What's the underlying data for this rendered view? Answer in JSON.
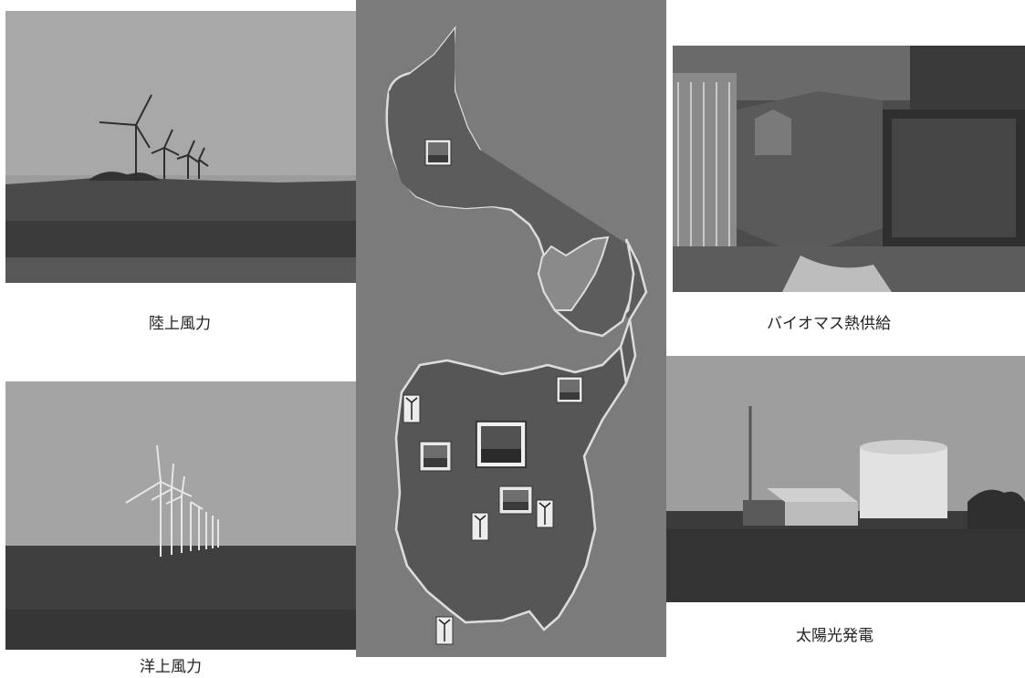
{
  "captions": {
    "onshore_wind": "陸上風力",
    "biomass_heat": "バイオマス熱供給",
    "offshore_wind": "洋上風力",
    "solar_power": "太陽光発電"
  },
  "colors": {
    "map_background": "#7a7a7a",
    "land": "#585858",
    "coastline": "#d8d8d8",
    "sky": "#a9a9a9",
    "ground": "#3d3d3d"
  },
  "icons": {
    "wind_marker": "wind-turbine-icon",
    "plant_marker": "plant-photo-icon"
  }
}
